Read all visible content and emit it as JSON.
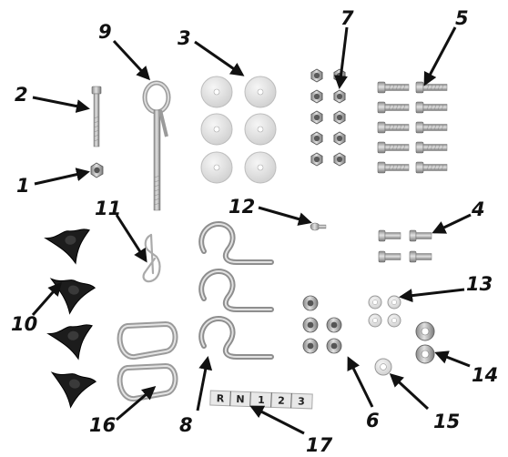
{
  "labels": {
    "n1": "1",
    "n2": "2",
    "n3": "3",
    "n4": "4",
    "n5": "5",
    "n6": "6",
    "n7": "7",
    "n8": "8",
    "n9": "9",
    "n10": "10",
    "n11": "11",
    "n12": "12",
    "n13": "13",
    "n14": "14",
    "n15": "15",
    "n16": "16",
    "n17": "17"
  },
  "strip": {
    "c1": "R",
    "c2": "N",
    "c3": "1",
    "c4": "2",
    "c5": "3"
  },
  "colors": {
    "metal": "#b8b8b8",
    "metal_dark": "#707070",
    "knob": "#1a1a1a",
    "foam": "#e6e6e6",
    "ink": "#111111"
  }
}
